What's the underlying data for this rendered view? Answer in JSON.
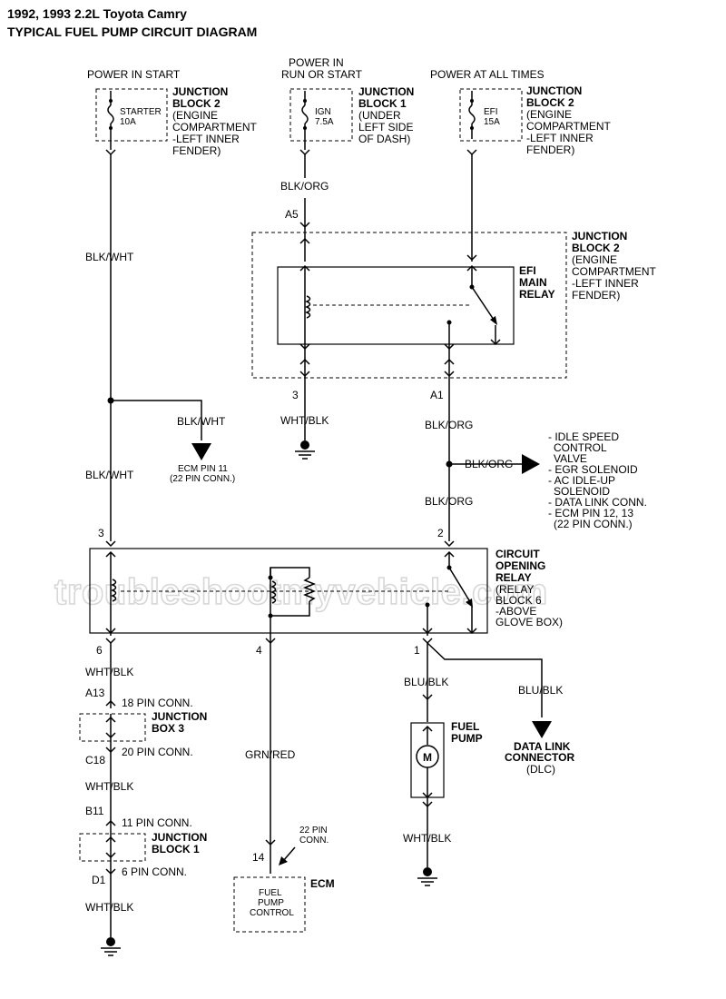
{
  "header": {
    "line1": "1992, 1993 2.2L Toyota Camry",
    "line2": "TYPICAL FUEL PUMP CIRCUIT DIAGRAM"
  },
  "watermark": "troubleshootmyvehicle.com",
  "power_sources": {
    "start": "POWER IN START",
    "run_start_1": "POWER IN",
    "run_start_2": "RUN OR START",
    "all_times": "POWER AT ALL TIMES"
  },
  "fuses": {
    "starter_name": "STARTER",
    "starter_amp": "10A",
    "ign_name": "IGN",
    "ign_amp": "7.5A",
    "efi_name": "EFI",
    "efi_amp": "15A"
  },
  "junction_labels": {
    "jb2_top": [
      "JUNCTION",
      "BLOCK 2",
      "(ENGINE",
      "COMPARTMENT",
      "-LEFT INNER",
      "FENDER)"
    ],
    "jb1_top": [
      "JUNCTION",
      "BLOCK 1",
      "(UNDER",
      "LEFT SIDE",
      "OF DASH)"
    ],
    "jb2_efi": [
      "JUNCTION",
      "BLOCK 2",
      "(ENGINE",
      "COMPARTMENT",
      "-LEFT INNER",
      "FENDER)"
    ],
    "jb2_relay": [
      "JUNCTION",
      "BLOCK 2",
      "(ENGINE",
      "COMPARTMENT",
      "-LEFT INNER",
      "FENDER)"
    ],
    "jb3": [
      "JUNCTION",
      "BOX 3"
    ],
    "jb1_bottom": [
      "JUNCTION",
      "BLOCK 1"
    ]
  },
  "relays": {
    "efi_main": [
      "EFI",
      "MAIN",
      "RELAY"
    ],
    "circuit_opening": [
      "CIRCUIT",
      "OPENING",
      "RELAY"
    ],
    "circuit_opening_loc": [
      "(RELAY",
      "BLOCK 6",
      "-ABOVE",
      "GLOVE BOX)"
    ]
  },
  "wires": {
    "blk_org_top": "BLK/ORG",
    "blk_wht_left": "BLK/WHT",
    "blk_wht_branch": "BLK/WHT",
    "blk_wht_left2": "BLK/WHT",
    "wht_blk_ground": "WHT/BLK",
    "blk_org_a1": "BLK/ORG",
    "blk_org_branch": "BLK/ORG",
    "blk_org_2": "BLK/ORG",
    "wht_blk_6": "WHT/BLK",
    "wht_blk_c18": "WHT/BLK",
    "wht_blk_d1": "WHT/BLK",
    "grn_red": "GRN/RED",
    "blu_blk_pump": "BLU/BLK",
    "blu_blk_dlc": "BLU/BLK",
    "wht_blk_pump": "WHT/BLK"
  },
  "pins": {
    "a5": "A5",
    "p3_efi": "3",
    "a1": "A1",
    "p3_cor": "3",
    "p2_cor": "2",
    "p6": "6",
    "p4": "4",
    "p1": "1",
    "a13": "A13",
    "c18": "C18",
    "b11": "B11",
    "d1": "D1",
    "p14": "14"
  },
  "connectors": {
    "a13": "18 PIN CONN.",
    "c18": "20 PIN CONN.",
    "b11": "11 PIN CONN.",
    "d1": "6 PIN CONN.",
    "ecm_22_1": "22 PIN",
    "ecm_22_2": "CONN."
  },
  "ecm_pin11": [
    "ECM PIN 11",
    "(22 PIN CONN.)"
  ],
  "blk_org_destinations": [
    "- IDLE SPEED",
    "CONTROL",
    "VALVE",
    "- EGR SOLENOID",
    "- AC IDLE-UP",
    "SOLENOID",
    "- DATA LINK CONN.",
    "- ECM PIN 12, 13",
    "(22 PIN CONN.)"
  ],
  "fuel_pump": {
    "motor": "M",
    "label": [
      "FUEL",
      "PUMP"
    ]
  },
  "dlc": [
    "DATA LINK",
    "CONNECTOR",
    "(DLC)"
  ],
  "ecm": {
    "box": [
      "FUEL",
      "PUMP",
      "CONTROL"
    ],
    "label": "ECM"
  }
}
